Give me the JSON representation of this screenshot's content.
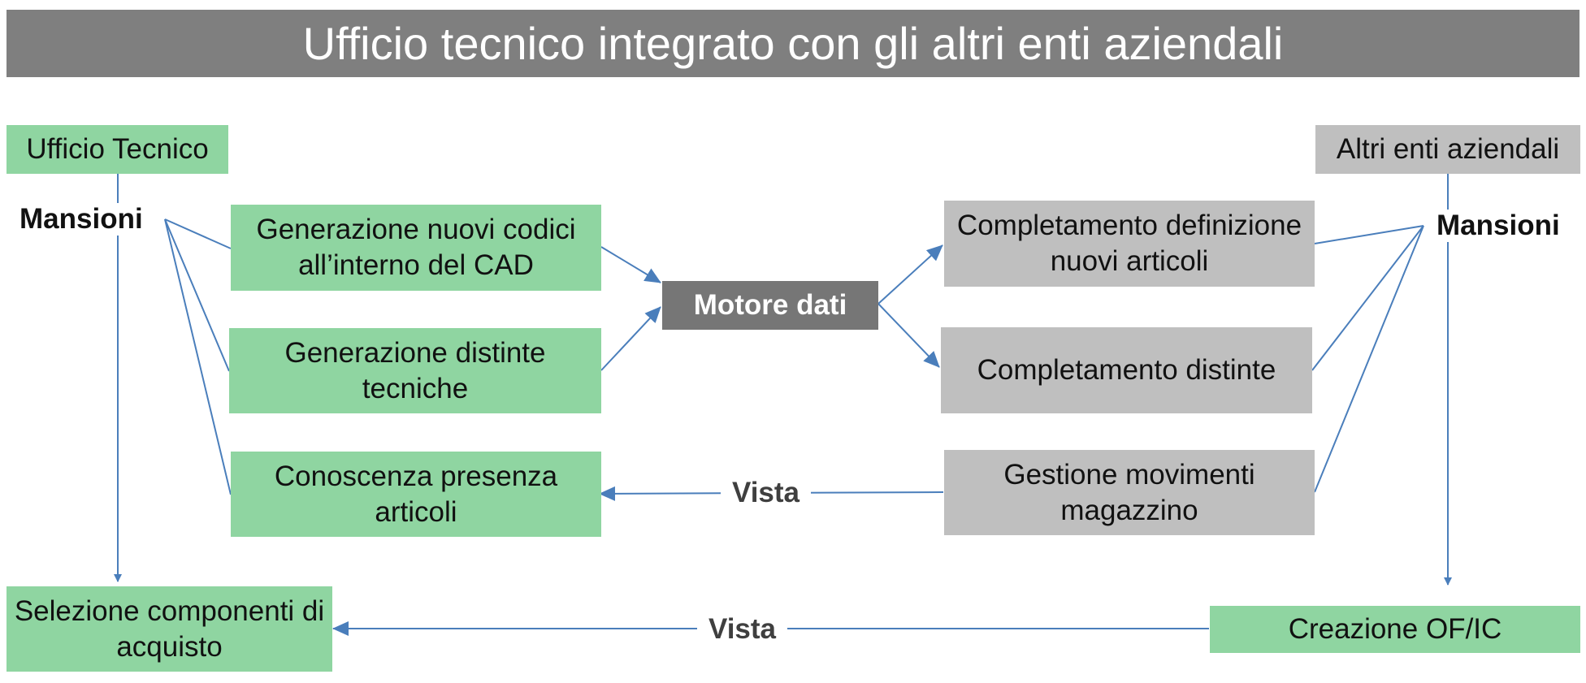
{
  "title": "Ufficio tecnico integrato con gli altri enti aziendali",
  "left": {
    "header": "Ufficio Tecnico",
    "mansioni": "Mansioni",
    "tasks": [
      "Generazione nuovi codici all’interno del CAD",
      "Generazione distinte tecniche",
      "Conoscenza presenza articoli"
    ],
    "bottom": "Selezione componenti di acquisto"
  },
  "center": {
    "engine": "Motore dati"
  },
  "right": {
    "header": "Altri enti aziendali",
    "mansioni": "Mansioni",
    "tasks": [
      "Completamento definizione nuovi articoli",
      "Completamento distinte",
      "Gestione movimenti magazzino"
    ],
    "bottom": "Creazione OF/IC"
  },
  "flows": {
    "vista_middle": "Vista",
    "vista_bottom": "Vista"
  },
  "colors": {
    "green": "#8fd5a1",
    "gray": "#bfbfbf",
    "dark": "#767676",
    "title_bg": "#7f7f7f",
    "line": "#4a7ebb"
  }
}
